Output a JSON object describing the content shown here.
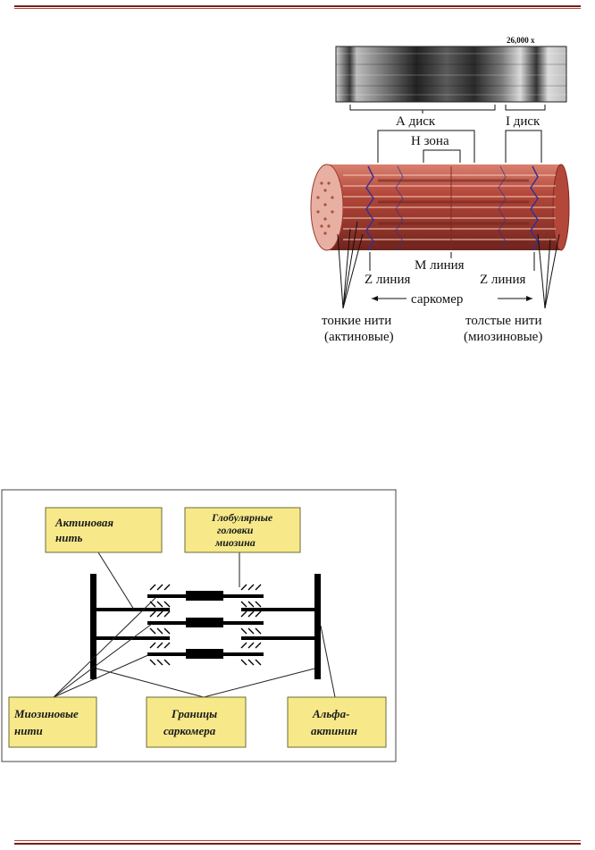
{
  "figure1": {
    "magnification": "26,000 x",
    "labels": {
      "a_disk": "А диск",
      "i_disk": "I диск",
      "h_zone": "Н зона",
      "m_line": "М линия",
      "z_line_left": "Z линия",
      "z_line_right": "Z линия",
      "sarcomere": "саркомер",
      "thin_1": "тонкие нити",
      "thin_2": "(актиновые)",
      "thick_1": "толстые нити",
      "thick_2": "(миозиновые)"
    },
    "colors": {
      "fiber": "#b3473a",
      "fiber_dark": "#7c2a22",
      "z_line": "#3a2f8f"
    }
  },
  "figure2": {
    "boxes": {
      "actin_1": "Актиновая",
      "actin_2": "нить",
      "heads_1": "Глобулярные",
      "heads_2": "головки",
      "heads_3": "миозина",
      "myosin_1": "Миозиновые",
      "myosin_2": "нити",
      "bounds_1": "Границы",
      "bounds_2": "саркомера",
      "alpha_1": "Альфа-",
      "alpha_2": "актинин"
    },
    "colors": {
      "box_fill": "#f7e98a",
      "box_border": "#6b6b3a",
      "panel_border": "#444444"
    }
  }
}
